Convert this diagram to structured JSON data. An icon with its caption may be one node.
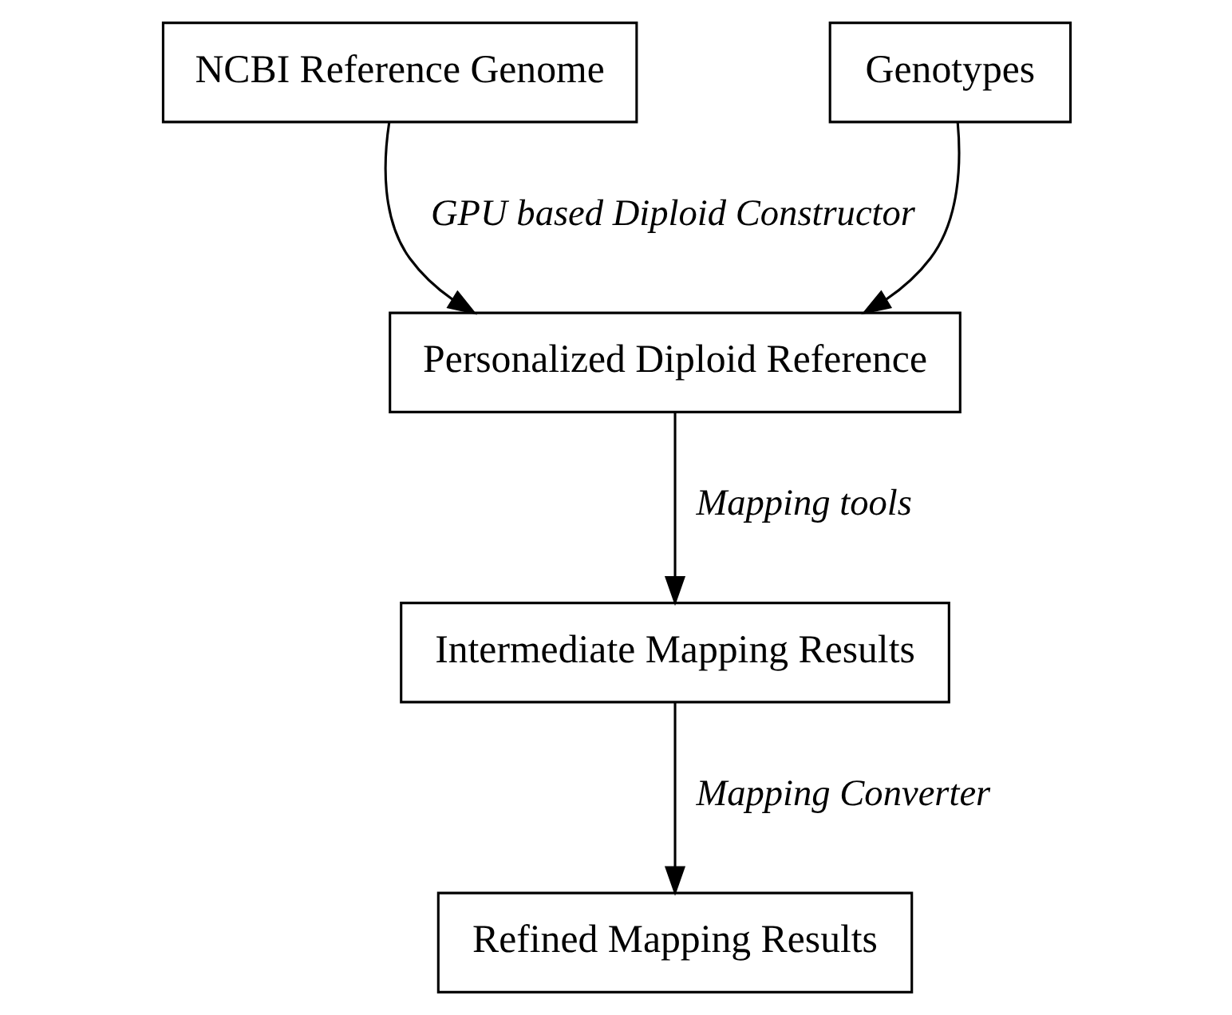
{
  "diagram": {
    "nodes": [
      {
        "text": [
          "NCBI Reference Genome"
        ]
      },
      {
        "text": [
          "Genotypes"
        ]
      },
      {
        "text": [
          "Personalized Diploid Reference"
        ]
      },
      {
        "text": [
          "Intermediate Mapping Results"
        ]
      },
      {
        "text": [
          "Refined Mapping Results"
        ]
      }
    ],
    "edges": [
      {
        "from": 0,
        "to": 2,
        "arrow": "to",
        "label": "GPU based Diploid Constructor"
      },
      {
        "from": 1,
        "to": 2,
        "arrow": "to"
      },
      {
        "from": 2,
        "to": 3,
        "arrow": "to",
        "label": "Mapping tools"
      },
      {
        "from": 3,
        "to": 4,
        "arrow": "to",
        "label": "Mapping Converter"
      }
    ]
  }
}
